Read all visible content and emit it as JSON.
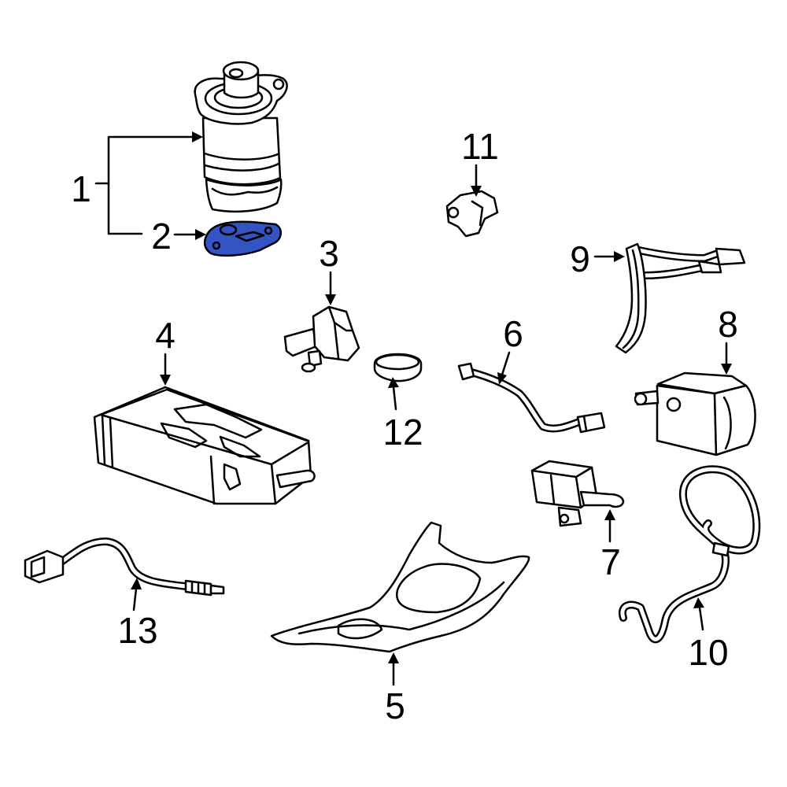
{
  "diagram": {
    "callouts": [
      {
        "label": "1"
      },
      {
        "label": "2"
      },
      {
        "label": "3"
      },
      {
        "label": "4"
      },
      {
        "label": "5"
      },
      {
        "label": "6"
      },
      {
        "label": "7"
      },
      {
        "label": "8"
      },
      {
        "label": "9"
      },
      {
        "label": "10"
      },
      {
        "label": "11"
      },
      {
        "label": "12"
      },
      {
        "label": "13"
      }
    ],
    "highlighted_part": "2"
  },
  "colors": {
    "highlight": "#3355c4",
    "line": "#000000",
    "background": "#ffffff"
  }
}
